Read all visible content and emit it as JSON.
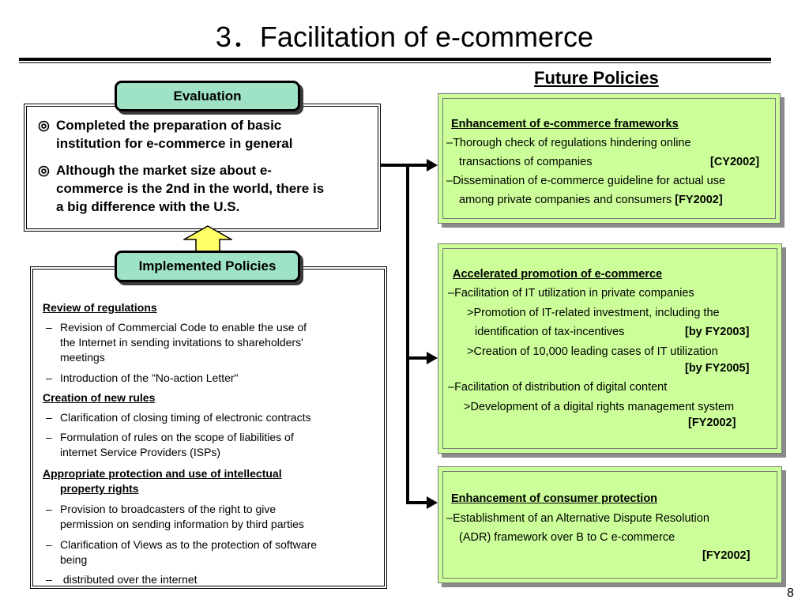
{
  "title": "3．Facilitation of e-commerce",
  "future_label": "Future Policies",
  "evaluation": {
    "tab_label": "Evaluation",
    "bullet_mark": "◎",
    "items": [
      [
        "Completed the preparation of basic",
        "institution for e-commerce in general"
      ],
      [
        "Although the market size about e-",
        "commerce is the 2nd in the world, there is",
        "a big difference with the U.S."
      ]
    ]
  },
  "implemented": {
    "tab_label": "Implemented Policies",
    "dash": "–",
    "sections": [
      {
        "heading": "Review of regulations"
      },
      {
        "item": [
          "Revision of Commercial Code to enable the use of",
          "the Internet in sending invitations to shareholders'",
          "meetings"
        ]
      },
      {
        "item": [
          "Introduction of the \"No-action Letter\""
        ]
      },
      {
        "heading": "Creation of new rules"
      },
      {
        "item": [
          "Clarification of closing timing of electronic contracts"
        ]
      },
      {
        "item": [
          "Formulation of rules on the scope of liabilities of",
          "internet Service Providers (ISPs)"
        ]
      },
      {
        "heading": "Appropriate protection and use of intellectual",
        "heading2": "property rights"
      },
      {
        "item": [
          "Provision to broadcasters of the right to give",
          "permission on sending information by third parties"
        ]
      },
      {
        "item": [
          "Clarification of Views as to the protection of software",
          "being"
        ]
      },
      {
        "item": [
          " distributed over the internet"
        ]
      }
    ]
  },
  "future": {
    "box1": {
      "heading": "Enhancement of e-commerce frameworks",
      "l1": "–Thorough check of regulations hindering online",
      "l2": "transactions of companies",
      "l2_tag": "[CY2002]",
      "l3": "–Dissemination of e-commerce guideline for actual use",
      "l4": "among private companies and consumers",
      "l4_tag": "[FY2002]"
    },
    "box2": {
      "heading": "Accelerated promotion of e-commerce",
      "l1": "–Facilitation of IT utilization in private companies",
      "l2": ">Promotion of IT-related investment, including the",
      "l3": "identification of tax-incentives",
      "l3_tag": "[by FY2003]",
      "l4": ">Creation of 10,000 leading cases of IT utilization",
      "l5_tag": "[by FY2005]",
      "l6": "–Facilitation of distribution of digital content",
      "l7": ">Development of a digital rights management system",
      "l8_tag": "[FY2002]"
    },
    "box3": {
      "heading": "Enhancement of consumer protection",
      "l1": "–Establishment of an Alternative Dispute Resolution",
      "l2": "(ADR) framework over B to C e-commerce",
      "l3_tag": "[FY2002]"
    }
  },
  "page_number": "8",
  "colors": {
    "tab_fill": "#9ee3c5",
    "policy_fill": "#ccff99",
    "arrow_fill": "#ffff66"
  }
}
